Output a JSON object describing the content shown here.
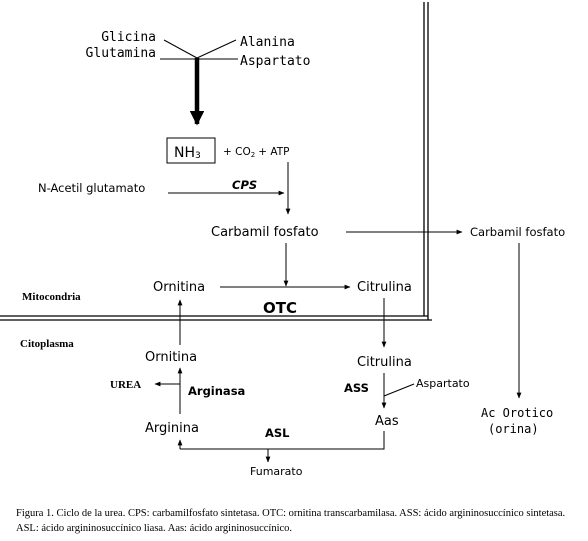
{
  "amino_acids": {
    "glicina": "Glicina",
    "glutamina": "Glutamina",
    "alanina": "Alanina",
    "aspartato": "Aspartato"
  },
  "nh3": {
    "base": "NH",
    "sub": "3"
  },
  "cofactors": {
    "plus1": "+ CO",
    "co2_sub": "2",
    "plus2": "+ ATP"
  },
  "activator": "N-Acetil glutamato",
  "cps_enzyme": "CPS",
  "carbamil_mito": "Carbamil fosfato",
  "carbamil_cyto": "Carbamil fosfato",
  "ornitina_mito": "Ornitina",
  "citrulina_mito": "Citrulina",
  "otc_enzyme": "OTC",
  "compartments": {
    "mitocondria": "Mitocondria",
    "citoplasma": "Citoplasma"
  },
  "ornitina_cyto": "Ornitina",
  "urea": "UREA",
  "arginasa": "Arginasa",
  "arginina": "Arginina",
  "asl": "ASL",
  "fumarato": "Fumarato",
  "citrulina_cyto": "Citrulina",
  "ass": "ASS",
  "aspartato_ass": "Aspartato",
  "aas": "Aas",
  "orotico": {
    "line1": "Ac Orotico",
    "line2": "(orina)"
  },
  "caption": "Figura 1. Ciclo de la urea. CPS: carbamilfosfato sintetasa. OTC: ornitina transcarbamilasa. ASS: ácido argininosuccínico sintetasa. ASL: ácido argininosuccínico liasa. Aas: ácido argininosuccínico."
}
